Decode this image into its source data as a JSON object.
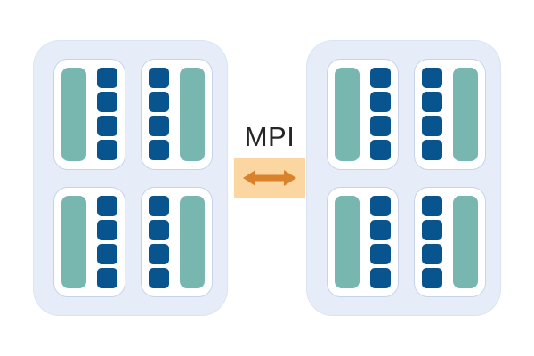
{
  "diagram": {
    "title": "MPI two-node interconnect diagram",
    "type": "hardware-topology",
    "colors": {
      "page_background": "#ffffff",
      "node_background": "#e6edf8",
      "node_border": "#dbe4f3",
      "card_background": "#ffffff",
      "card_border": "#c9d3e8",
      "memory_bar": "#78b7b0",
      "core_square": "#08548f",
      "link_box": "#fbd6a0",
      "link_arrow": "#d9822b",
      "label_text": "#262626"
    },
    "link": {
      "label": "MPI",
      "arrow_icon": "double-headed-horizontal-arrow",
      "direction": "bidirectional"
    },
    "nodes": [
      {
        "id": "node-left",
        "position": "left",
        "cards": [
          {
            "id": "left-socket-0",
            "row": 0,
            "column": 0,
            "orientation": "memory-left",
            "memory_bars": 1,
            "cores": 4
          },
          {
            "id": "left-socket-1",
            "row": 0,
            "column": 1,
            "orientation": "memory-right",
            "memory_bars": 1,
            "cores": 4
          },
          {
            "id": "left-socket-2",
            "row": 1,
            "column": 0,
            "orientation": "memory-left",
            "memory_bars": 1,
            "cores": 4
          },
          {
            "id": "left-socket-3",
            "row": 1,
            "column": 1,
            "orientation": "memory-right",
            "memory_bars": 1,
            "cores": 4
          }
        ]
      },
      {
        "id": "node-right",
        "position": "right",
        "cards": [
          {
            "id": "right-socket-0",
            "row": 0,
            "column": 0,
            "orientation": "memory-left",
            "memory_bars": 1,
            "cores": 4
          },
          {
            "id": "right-socket-1",
            "row": 0,
            "column": 1,
            "orientation": "memory-right",
            "memory_bars": 1,
            "cores": 4
          },
          {
            "id": "right-socket-2",
            "row": 1,
            "column": 0,
            "orientation": "memory-left",
            "memory_bars": 1,
            "cores": 4
          },
          {
            "id": "right-socket-3",
            "row": 1,
            "column": 1,
            "orientation": "memory-right",
            "memory_bars": 1,
            "cores": 4
          }
        ]
      }
    ]
  }
}
